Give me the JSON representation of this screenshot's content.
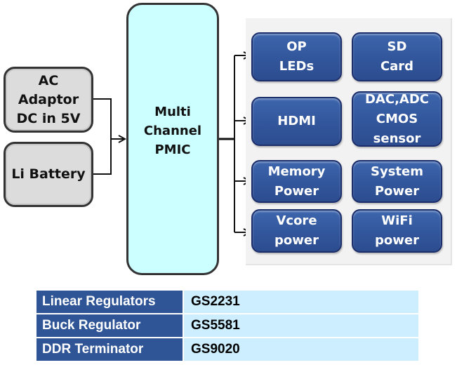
{
  "diagram": {
    "sources": [
      {
        "label": "AC\nAdaptor\nDC in 5V"
      },
      {
        "label": "Li Battery"
      }
    ],
    "pmic": {
      "label": "Multi\nChannel\nPMIC"
    },
    "outputs": [
      {
        "label": "OP\nLEDs"
      },
      {
        "label": "SD\nCard"
      },
      {
        "label": "HDMI"
      },
      {
        "label": "DAC,ADC\nCMOS\nsensor"
      },
      {
        "label": "Memory\nPower"
      },
      {
        "label": "System\nPower"
      },
      {
        "label": "Vcore\npower"
      },
      {
        "label": "WiFi\npower"
      }
    ],
    "colors": {
      "source_fill": "#dcdcdc",
      "pmic_fill": "#ccffff",
      "output_fill": "#33579d",
      "panel_fill": "#f2f2f2"
    }
  },
  "table": {
    "rows": [
      {
        "type": "Linear Regulators",
        "part": "GS2231"
      },
      {
        "type": "Buck Regulator",
        "part": "GS5581"
      },
      {
        "type": "DDR Terminator",
        "part": "GS9020"
      }
    ],
    "colors": {
      "header_fill": "#2f5597",
      "value_fill": "#cceeff"
    }
  }
}
